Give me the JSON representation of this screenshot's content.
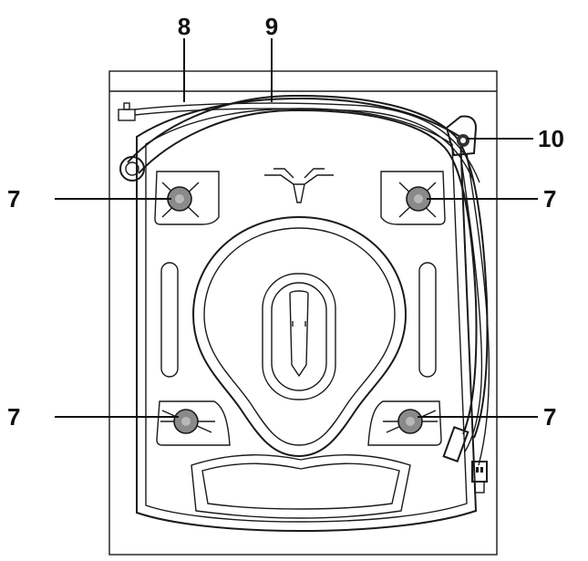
{
  "callouts": {
    "power_cord": "8",
    "drain_hose": "9",
    "hose_bracket": "10",
    "bolt_top_left": "7",
    "bolt_top_right": "7",
    "bolt_bottom_left": "7",
    "bolt_bottom_right": "7"
  },
  "colors": {
    "line": "#1a1a1a",
    "bolt": "#8a8a8a",
    "background": "#ffffff"
  }
}
